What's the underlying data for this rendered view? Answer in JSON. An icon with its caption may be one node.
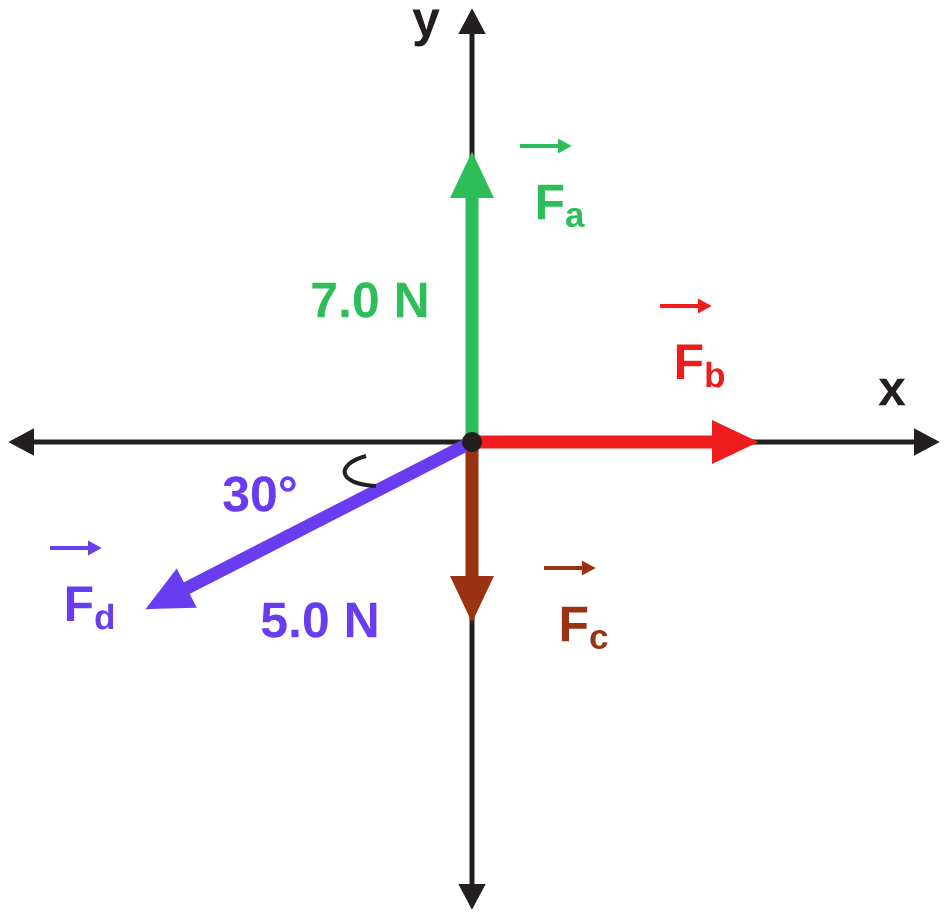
{
  "diagram": {
    "labels": [
      "y",
      "F$_{a}$",
      "7.0 N",
      "F$_{b}$",
      "x",
      "30°",
      "F$_{d}$",
      "5.0 N",
      "F$_{c}$"
    ]
  }
}
